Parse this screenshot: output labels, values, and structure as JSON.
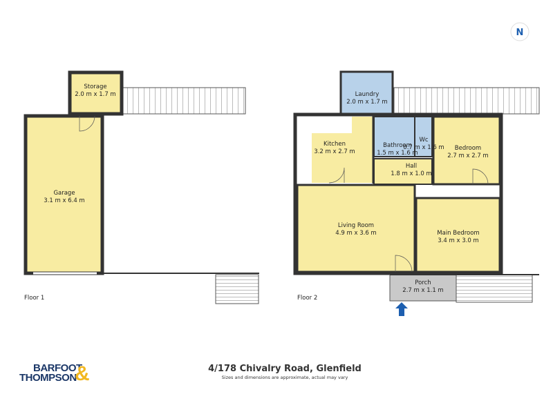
{
  "floors": [
    {
      "label": "Floor 1"
    },
    {
      "label": "Floor 2"
    }
  ],
  "rooms": {
    "storage": {
      "name": "Storage",
      "size": "2.0 m x 1.7 m"
    },
    "garage": {
      "name": "Garage",
      "size": "3.1 m x 6.4 m"
    },
    "laundry": {
      "name": "Laundry",
      "size": "2.0 m x 1.7 m"
    },
    "kitchen": {
      "name": "Kitchen",
      "size": "3.2 m x 2.7 m"
    },
    "bathroom": {
      "name": "Bathroom",
      "size": "1.5 m x 1.6 m"
    },
    "wc": {
      "name": "Wc",
      "size": "0.7 m x 1.6 m"
    },
    "bedroom": {
      "name": "Bedroom",
      "size": "2.7 m x 2.7 m"
    },
    "hall": {
      "name": "Hall",
      "size": "1.8 m x 1.0 m"
    },
    "living": {
      "name": "Living Room",
      "size": "4.9 m x 3.6 m"
    },
    "main_bedroom": {
      "name": "Main Bedroom",
      "size": "3.4 m x 3.0 m"
    },
    "porch": {
      "name": "Porch",
      "size": "2.7 m x 1.1 m"
    }
  },
  "footer": {
    "address": "4/178 Chivalry Road, Glenfield",
    "disclaimer": "Sizes and dimensions are approximate, actual may vary",
    "logo_line1": "BARFOOT",
    "logo_line2": "THOMPSON",
    "logo_amp": "&"
  },
  "colors": {
    "room": "#f8eca2",
    "wet": "#b8d2ea",
    "porch": "#c9c9c9",
    "wall": "#333333",
    "arrow": "#1d5fb0",
    "brand_blue": "#1b3767",
    "brand_gold": "#f2b821"
  },
  "icons": {
    "compass": "north-compass-icon",
    "entry": "entry-arrow-icon"
  }
}
